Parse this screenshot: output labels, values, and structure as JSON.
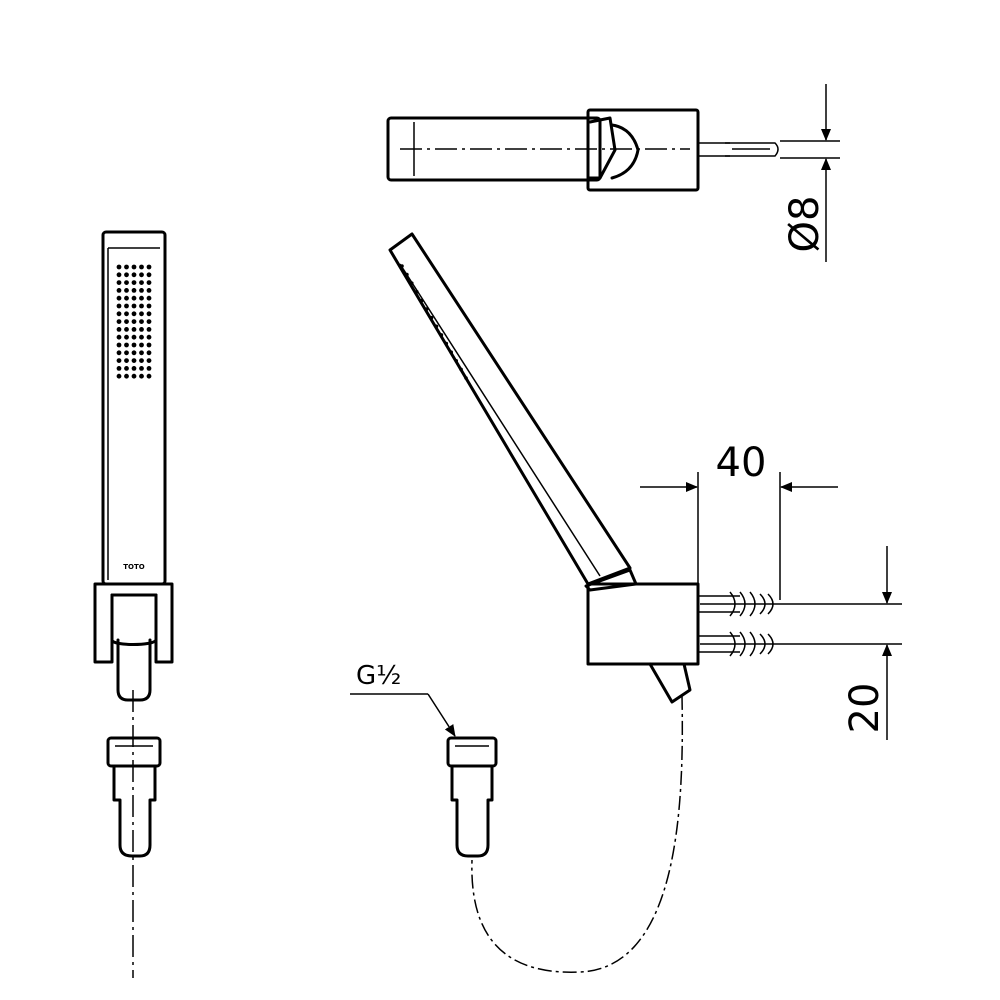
{
  "dimensions": {
    "diameter": "Ø8",
    "width": "40",
    "spacing": "20"
  },
  "labels": {
    "thread": "G1/2",
    "brand": "TOTO"
  },
  "colors": {
    "line": "#000000",
    "background": "#ffffff"
  }
}
